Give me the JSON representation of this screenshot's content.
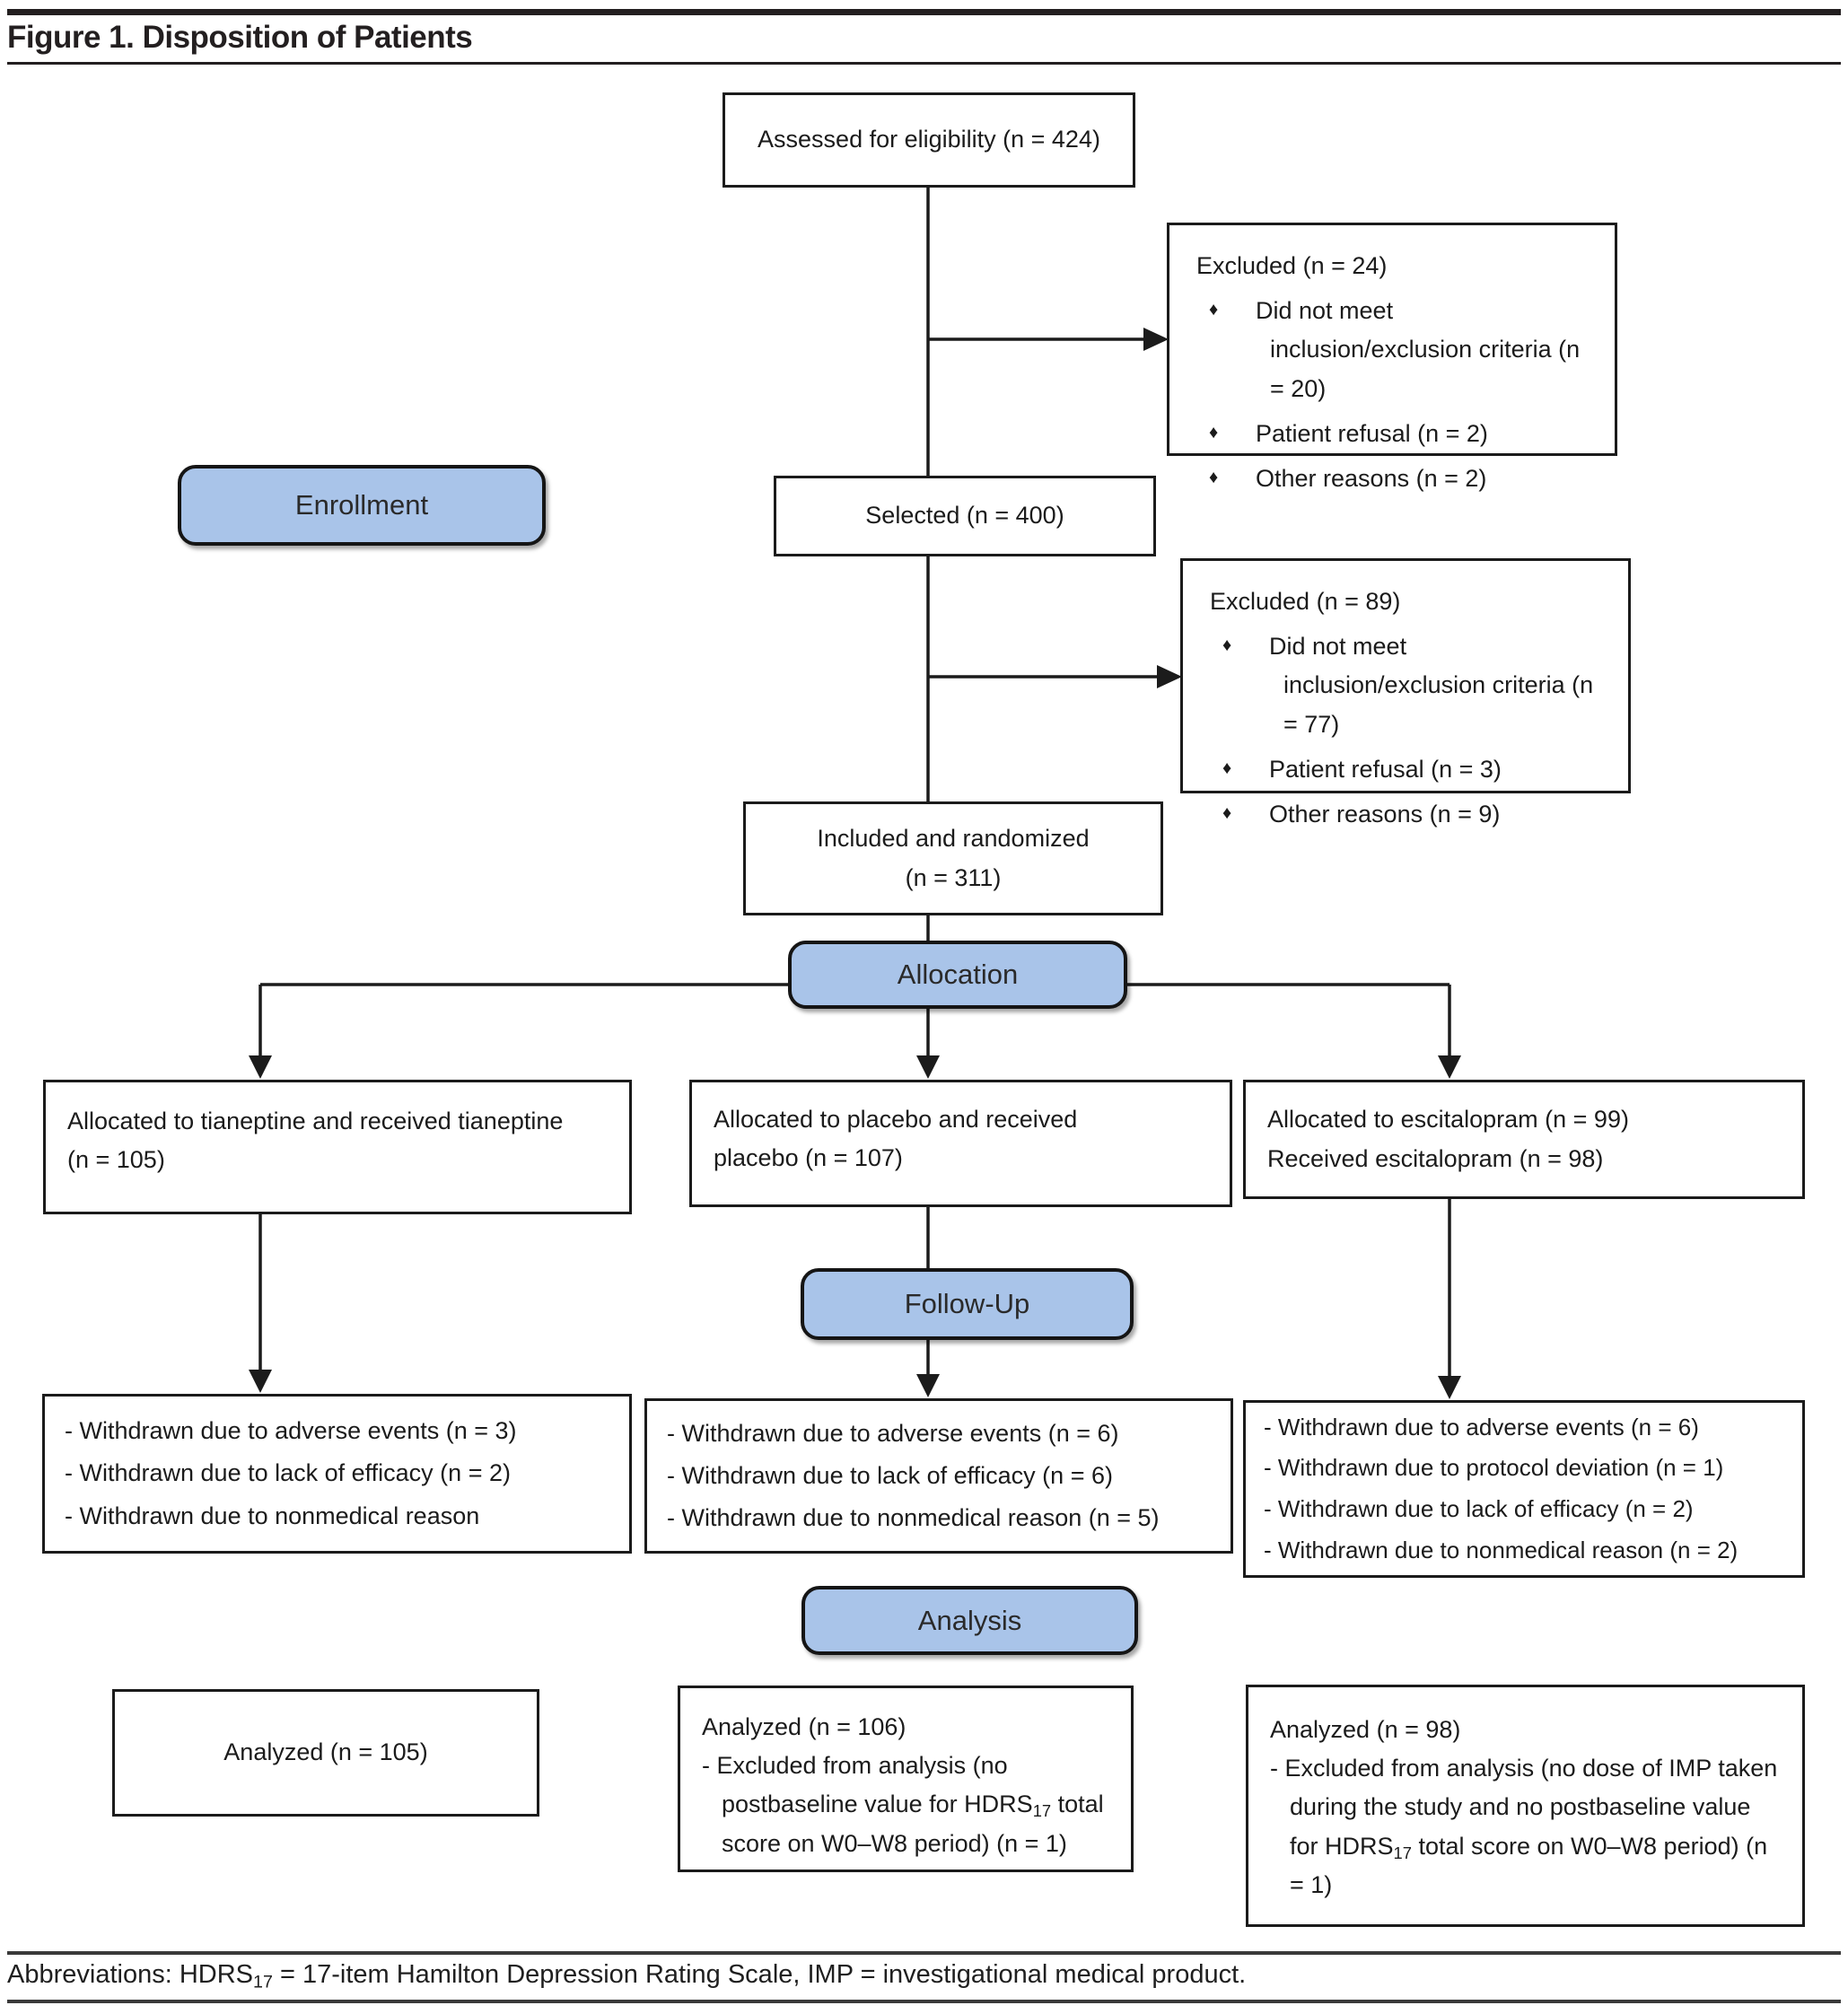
{
  "figure": {
    "title": "Figure 1. Disposition of Patients",
    "abbreviations": {
      "pre": "Abbreviations: HDRS",
      "sub": "17",
      "post": " = 17-item Hamilton Depression Rating Scale, IMP = investigational medical product."
    }
  },
  "colors": {
    "stage_fill": "#a9c4e9",
    "line": "#1b1b1b"
  },
  "bullet_char": "♦",
  "stages": {
    "enrollment": "Enrollment",
    "allocation": "Allocation",
    "follow_up": "Follow-Up",
    "analysis": "Analysis"
  },
  "flow": {
    "assessed": "Assessed for eligibility (n = 424)",
    "excluded1": {
      "title": "Excluded (n = 24)",
      "items": [
        "Did not meet inclusion/exclusion criteria (n = 20)",
        "Patient refusal (n = 2)",
        "Other reasons (n = 2)"
      ]
    },
    "selected": "Selected (n = 400)",
    "excluded2": {
      "title": "Excluded (n = 89)",
      "items": [
        "Did not meet inclusion/exclusion criteria (n = 77)",
        "Patient refusal (n = 3)",
        "Other reasons (n = 9)"
      ]
    },
    "randomized": {
      "line1": "Included and randomized",
      "line2": "(n = 311)"
    },
    "alloc_left": {
      "line1": "Allocated to tianeptine and received tianeptine",
      "line2": "(n = 105)"
    },
    "alloc_mid": {
      "line1": "Allocated to placebo and received",
      "line2": "placebo (n = 107)"
    },
    "alloc_right": {
      "line1": "Allocated to escitalopram (n = 99)",
      "line2": "Received escitalopram (n = 98)"
    },
    "withdraw_left": [
      "- Withdrawn due to adverse events (n = 3)",
      "- Withdrawn due to lack of efficacy (n = 2)",
      "- Withdrawn due to nonmedical reason"
    ],
    "withdraw_mid": [
      "- Withdrawn due to adverse events (n = 6)",
      "- Withdrawn due to lack of efficacy (n = 6)",
      "- Withdrawn due to nonmedical reason (n = 5)"
    ],
    "withdraw_right": [
      "- Withdrawn due to adverse events (n = 6)",
      "- Withdrawn due to protocol deviation (n = 1)",
      "- Withdrawn due to lack of efficacy (n = 2)",
      "- Withdrawn due to nonmedical reason (n = 2)"
    ],
    "analyzed_left": "Analyzed (n = 105)",
    "analyzed_mid": {
      "title": "Analyzed (n = 106)",
      "item_pre": "- Excluded from analysis (no postbaseline value for HDRS",
      "sub": "17",
      "item_post": " total score on W0–W8 period) (n = 1)"
    },
    "analyzed_right": {
      "title": "Analyzed (n = 98)",
      "item_pre": "- Excluded from analysis (no dose of IMP taken during the study and no postbaseline value for HDRS",
      "sub": "17",
      "item_post": " total score on W0–W8 period) (n = 1)"
    }
  }
}
